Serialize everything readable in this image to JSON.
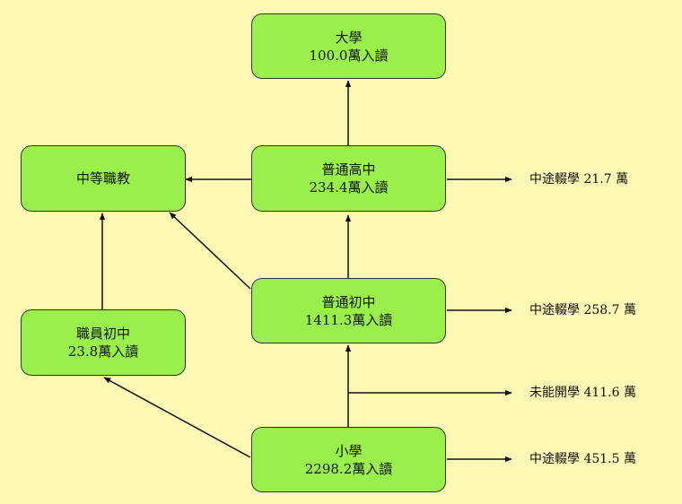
{
  "nodes": {
    "university": {
      "name": "大學",
      "value": "100.0萬入讀"
    },
    "senior_high": {
      "name": "普通高中",
      "value": "234.4萬入讀"
    },
    "vocational": {
      "name": "中等職教"
    },
    "junior_high": {
      "name": "普通初中",
      "value": "1411.3萬入讀"
    },
    "vocational_junior": {
      "name": "職員初中",
      "value": "23.8萬入讀"
    },
    "primary": {
      "name": "小學",
      "value": "2298.2萬入讀"
    }
  },
  "outcomes": {
    "senior_high_dropout": "中途輟學 21.7 萬",
    "junior_high_dropout": "中途輟學 258.7 萬",
    "not_enrolled": "未能開學 411.6 萬",
    "primary_dropout": "中途輟學 451.5 萬"
  },
  "colors": {
    "background": "#fdf8b4",
    "node_fill": "#99f04a",
    "stroke": "#111111"
  }
}
